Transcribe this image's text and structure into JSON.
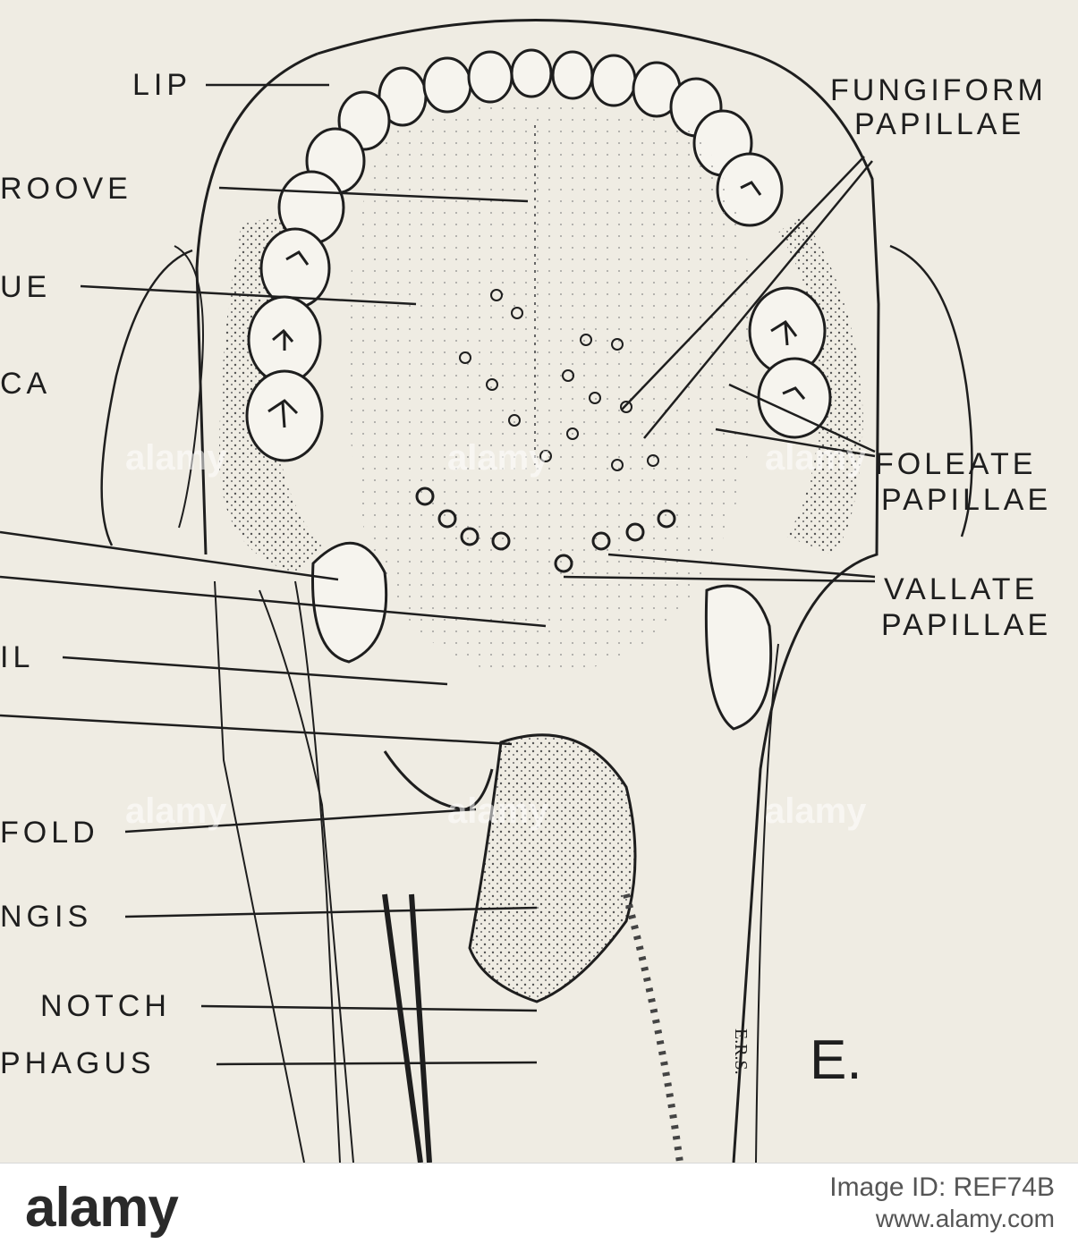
{
  "figure": {
    "letter": "E.",
    "signature": "E.R.S.",
    "labels_left": {
      "lip": "LIP",
      "groove": "ROOVE",
      "tongue": "UE",
      "buccal": "CA",
      "tonsil": "IL",
      "fold": "FOLD",
      "ngis": "NGIS",
      "notch": "NOTCH",
      "esophagus": "PHAGUS"
    },
    "labels_right": {
      "fungiform_1": "FUNGIFORM",
      "fungiform_2": "PAPILLAE",
      "foleate_1": "FOLEATE",
      "foleate_2": "PAPILLAE",
      "vallate_1": "VALLATE",
      "vallate_2": "PAPILLAE"
    },
    "watermark": "alamy",
    "colors": {
      "paper": "#efece3",
      "ink": "#1e1e1e"
    }
  },
  "footer": {
    "brand": "alamy",
    "image_id": "Image ID: REF74B",
    "url": "www.alamy.com"
  }
}
